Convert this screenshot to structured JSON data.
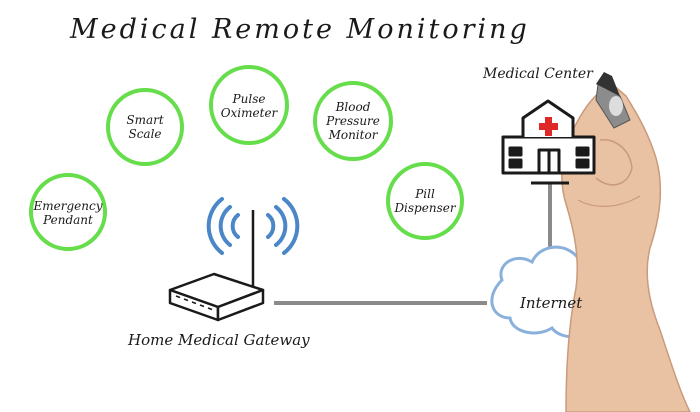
{
  "title": "Medical Remote Monitoring",
  "devices": [
    {
      "name": "emergency-pendant",
      "label": "Emergency\nPendant"
    },
    {
      "name": "smart-scale",
      "label": "Smart\nScale"
    },
    {
      "name": "pulse-oximeter",
      "label": "Pulse\nOximeter"
    },
    {
      "name": "blood-pressure-monitor",
      "label": "Blood\nPressure\nMonitor"
    },
    {
      "name": "pill-dispenser",
      "label": "Pill\nDispenser"
    }
  ],
  "gateway_label": "Home Medical Gateway",
  "internet_label": "Internet",
  "medical_center_label": "Medical Center",
  "colors": {
    "circle_stroke": "#66dd4a",
    "wifi_waves": "#4a86c8",
    "cloud_stroke": "#8ab0dc",
    "connector_line": "#8a8a8a",
    "hospital_cross": "#e02828",
    "ink": "#1a1a1a",
    "skin": "#e9c2a3"
  },
  "icons": [
    "router-icon",
    "wifi-icon",
    "cloud-icon",
    "hospital-icon",
    "hand-with-marker"
  ]
}
